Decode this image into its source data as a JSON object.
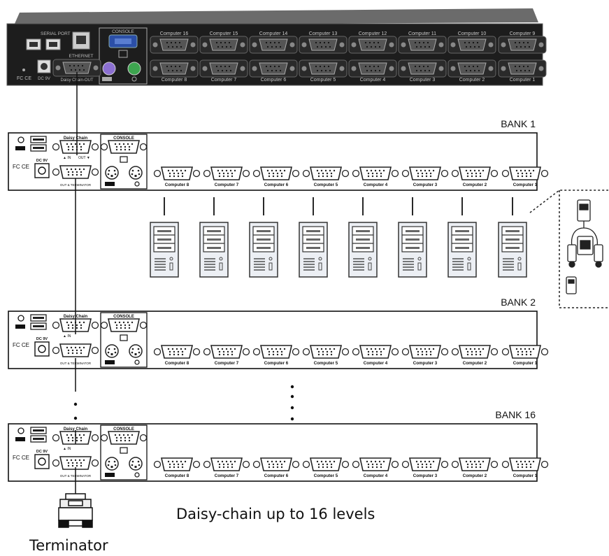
{
  "master": {
    "serial_port_label": "SERIAL PORT",
    "ethernet_label": "ETHERNET",
    "console_label": "CONSOLE",
    "power_label": "DC 9V",
    "daisy_out_label": "Daisy Chain-OUT",
    "cert_label": "FC CE",
    "top_ports": [
      "Computer 16",
      "Computer 15",
      "Computer 14",
      "Computer 13",
      "Computer 12",
      "Computer 11",
      "Computer 10",
      "Computer 9"
    ],
    "bottom_ports": [
      "Computer 8",
      "Computer 7",
      "Computer 6",
      "Computer 5",
      "Computer 4",
      "Computer 3",
      "Computer 2",
      "Computer 1"
    ]
  },
  "banks": [
    {
      "label": "BANK 1"
    },
    {
      "label": "BANK 2"
    },
    {
      "label": "BANK 16"
    }
  ],
  "bank_panel": {
    "daisy_chain_label": "Daisy Chain",
    "console_label": "CONSOLE",
    "in_label": "▲ IN",
    "out_label": "OUT ▼",
    "power_label": "DC 9V",
    "cert_label": "FC CE",
    "terminator_small_label": "OUT & TERMINATOR",
    "ports": [
      "Computer 8",
      "Computer 7",
      "Computer 6",
      "Computer 5",
      "Computer 4",
      "Computer 3",
      "Computer 2",
      "Computer 1"
    ]
  },
  "caption": "Daisy-chain up to 16 levels",
  "terminator_label": "Terminator"
}
